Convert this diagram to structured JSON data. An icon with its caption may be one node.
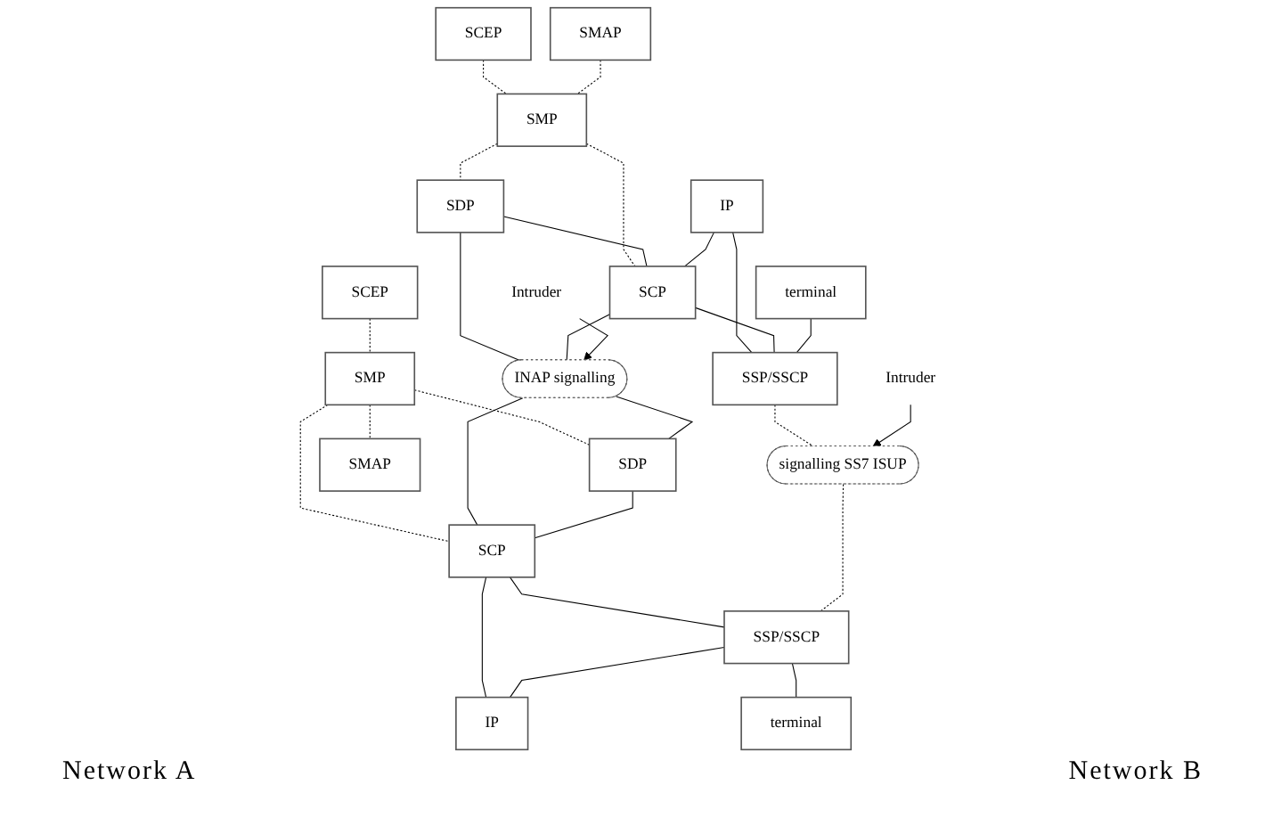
{
  "diagram": {
    "nodes": [
      {
        "text": [
          "SCEP"
        ]
      },
      {
        "text": [
          "SMAP"
        ]
      },
      {
        "text": [
          "SMP"
        ]
      },
      {
        "text": [
          "SDP"
        ]
      },
      {
        "text": [
          "IP"
        ]
      },
      {
        "text": [
          "SCP"
        ]
      },
      {
        "text": [
          "terminal"
        ]
      },
      {
        "text": [
          "SSP/SSCP"
        ]
      },
      {
        "text": [
          "INAP signalling"
        ]
      },
      {
        "text": [
          "signalling SS7 ISUP"
        ]
      },
      {
        "text": [
          "Intruder"
        ]
      },
      {
        "text": [
          "Intruder"
        ]
      },
      {
        "text": [
          "SCEP"
        ]
      },
      {
        "text": [
          "SMAP"
        ]
      },
      {
        "text": [
          "SMP"
        ]
      },
      {
        "text": [
          "SDP"
        ]
      },
      {
        "text": [
          "SCP"
        ]
      },
      {
        "text": [
          "IP"
        ]
      },
      {
        "text": [
          "SSP/SSCP"
        ]
      },
      {
        "text": [
          "terminal"
        ]
      }
    ],
    "edges": [
      {
        "from": 0,
        "to": 2,
        "arrow": "none",
        "style": "dashed"
      },
      {
        "from": 1,
        "to": 2,
        "arrow": "none",
        "style": "dashed"
      },
      {
        "from": 2,
        "to": 3,
        "arrow": "none",
        "style": "dashed"
      },
      {
        "from": 2,
        "to": 5,
        "arrow": "none",
        "style": "dashed"
      },
      {
        "from": 3,
        "to": 5,
        "arrow": "none"
      },
      {
        "from": 3,
        "to": 8,
        "arrow": "none"
      },
      {
        "from": 4,
        "to": 5,
        "arrow": "none"
      },
      {
        "from": 5,
        "to": 8,
        "arrow": "none"
      },
      {
        "from": 4,
        "to": 7,
        "arrow": "none"
      },
      {
        "from": 5,
        "to": 7,
        "arrow": "none"
      },
      {
        "from": 6,
        "to": 7,
        "arrow": "none"
      },
      {
        "from": 7,
        "to": 9,
        "arrow": "none",
        "style": "dashed"
      },
      {
        "from": 10,
        "to": 8,
        "arrow": "to"
      },
      {
        "from": 11,
        "to": 9,
        "arrow": "to"
      },
      {
        "from": 12,
        "to": 14,
        "arrow": "none",
        "style": "dashed"
      },
      {
        "from": 14,
        "to": 13,
        "arrow": "none",
        "style": "dashed"
      },
      {
        "from": 14,
        "to": 15,
        "arrow": "none",
        "style": "dashed"
      },
      {
        "from": 14,
        "to": 16,
        "arrow": "none",
        "style": "dashed"
      },
      {
        "from": 8,
        "to": 15,
        "arrow": "none"
      },
      {
        "from": 8,
        "to": 16,
        "arrow": "none"
      },
      {
        "from": 15,
        "to": 16,
        "arrow": "none"
      },
      {
        "from": 16,
        "to": 17,
        "arrow": "none"
      },
      {
        "from": 16,
        "to": 18,
        "arrow": "none"
      },
      {
        "from": 18,
        "to": 17,
        "arrow": "none"
      },
      {
        "from": 18,
        "to": 19,
        "arrow": "none"
      },
      {
        "from": 9,
        "to": 18,
        "arrow": "none",
        "style": "dashed"
      }
    ],
    "labels": [
      "Network A",
      "Network B"
    ]
  }
}
